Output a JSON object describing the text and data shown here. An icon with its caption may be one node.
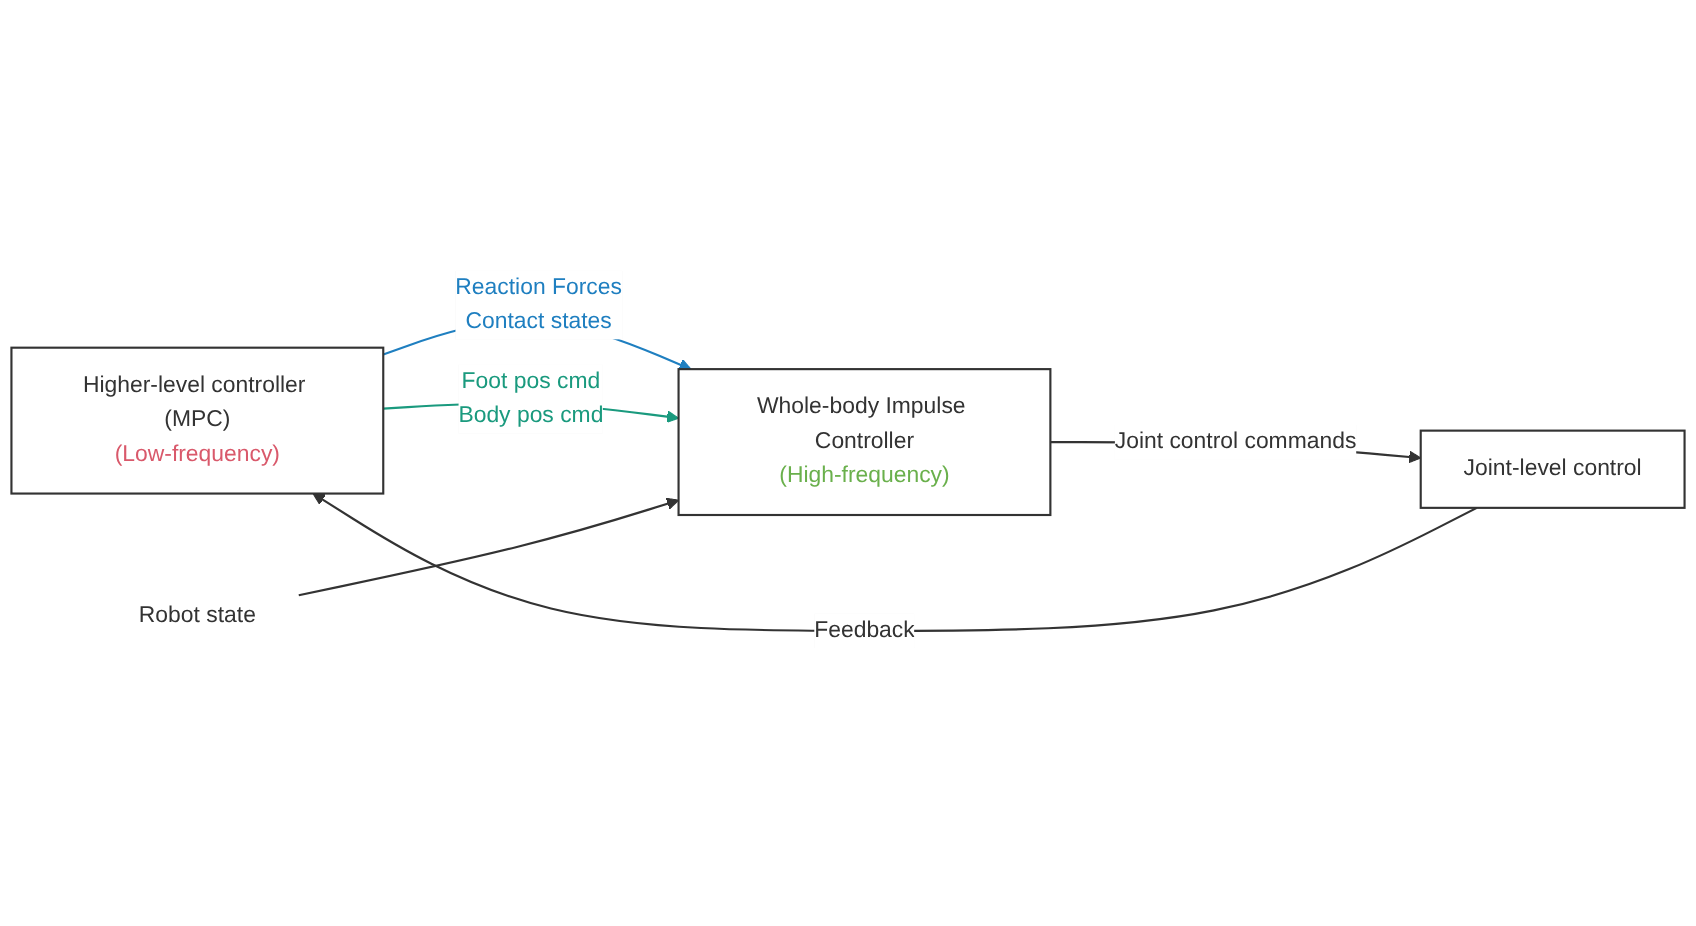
{
  "diagram": {
    "nodes": [
      {
        "text": [
          "Higher-level controller (MPC)",
          "(Low-frequency)"
        ]
      },
      {
        "text": [
          "Whole-body Impulse Controller",
          "(High-frequency)"
        ]
      },
      {
        "text": [
          "Joint-level control"
        ]
      },
      {
        "text": [
          "Robot state"
        ]
      }
    ],
    "edges": [
      {
        "from": 0,
        "to": 1,
        "arrow": "to",
        "label": [
          "Reaction Forces",
          "Contact states"
        ],
        "color": "#1f7fc0"
      },
      {
        "from": 0,
        "to": 1,
        "arrow": "to",
        "label": [
          "Foot pos cmd",
          "Body pos cmd"
        ],
        "color": "#1a9a7e"
      },
      {
        "from": 3,
        "to": 1,
        "arrow": "to"
      },
      {
        "from": 1,
        "to": 2,
        "arrow": "to",
        "label": "Joint control commands"
      },
      {
        "from": 2,
        "to": 0,
        "arrow": "to",
        "label": "Feedback"
      }
    ]
  }
}
